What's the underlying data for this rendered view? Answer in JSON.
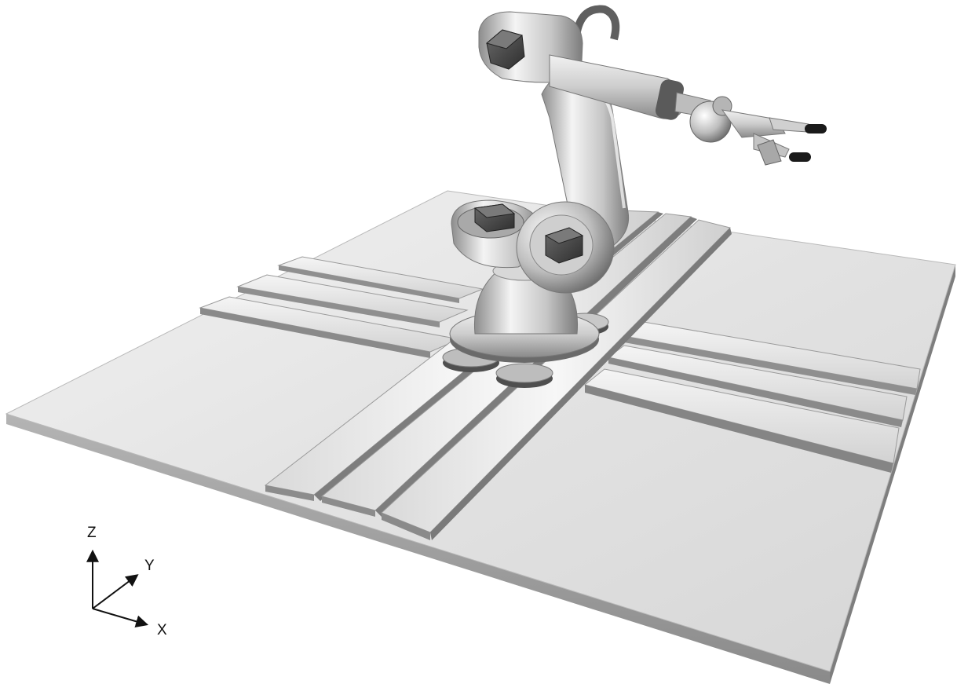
{
  "axes": {
    "z_label": "Z",
    "y_label": "Y",
    "x_label": "X"
  },
  "colors": {
    "plate_top": "#e4e4e4",
    "plate_edge": "#9a9a9a",
    "rail_light": "#f0f0f0",
    "rail_dark": "#8c8c8c",
    "robot_metal": "#c8c8c8",
    "robot_shadow": "#6e6e6e",
    "motor_dark": "#4a4a4a",
    "gripper_tip": "#1a1a1a"
  }
}
